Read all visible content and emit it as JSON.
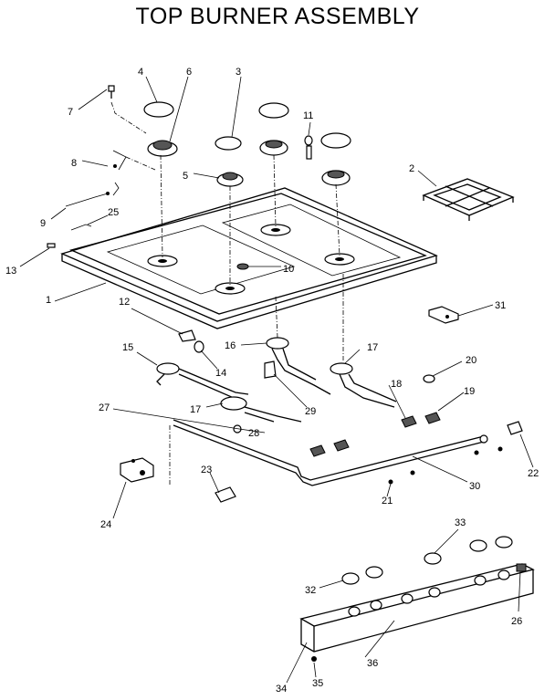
{
  "title": "TOP BURNER ASSEMBLY",
  "callouts": [
    "1",
    "2",
    "3",
    "4",
    "5",
    "6",
    "7",
    "8",
    "9",
    "10",
    "11",
    "12",
    "13",
    "14",
    "15",
    "16",
    "17",
    "17",
    "18",
    "19",
    "20",
    "21",
    "22",
    "23",
    "24",
    "25",
    "26",
    "27",
    "28",
    "29",
    "30",
    "31",
    "32",
    "33",
    "34",
    "35",
    "36"
  ]
}
